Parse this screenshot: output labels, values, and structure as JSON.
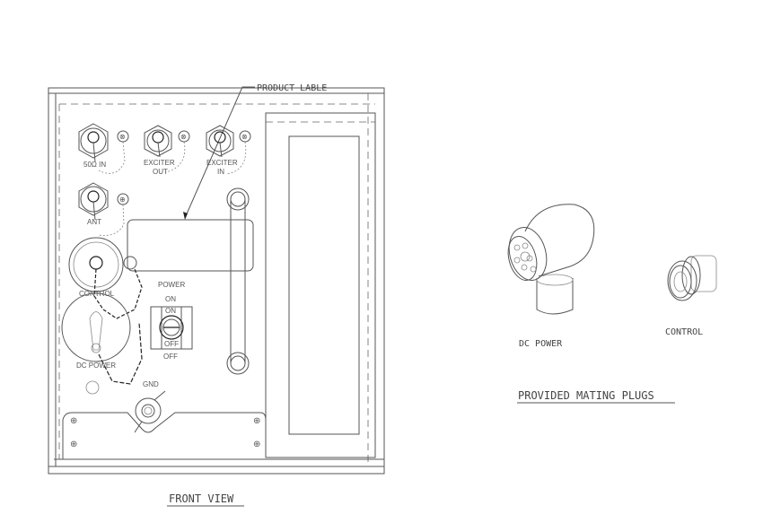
{
  "callouts": {
    "product_label": "PRODUCT LABLE"
  },
  "front_view": {
    "title": "FRONT VIEW",
    "connectors": {
      "in_50": "50Ω IN",
      "exciter_out_1": "EXCITER",
      "exciter_out_2": "OUT",
      "exciter_in_1": "EXCITER",
      "exciter_in_2": "IN",
      "ant": "ANT",
      "control": "CONTROL",
      "dc_power": "DC POWER",
      "gnd": "GND"
    },
    "power_switch": {
      "title": "POWER",
      "on": "ON",
      "off": "OFF",
      "on_inner": "ON",
      "off_inner": "OFF"
    }
  },
  "mating_plugs": {
    "title": "PROVIDED MATING PLUGS",
    "dc_power": "DC POWER",
    "control": "CONTROL"
  }
}
